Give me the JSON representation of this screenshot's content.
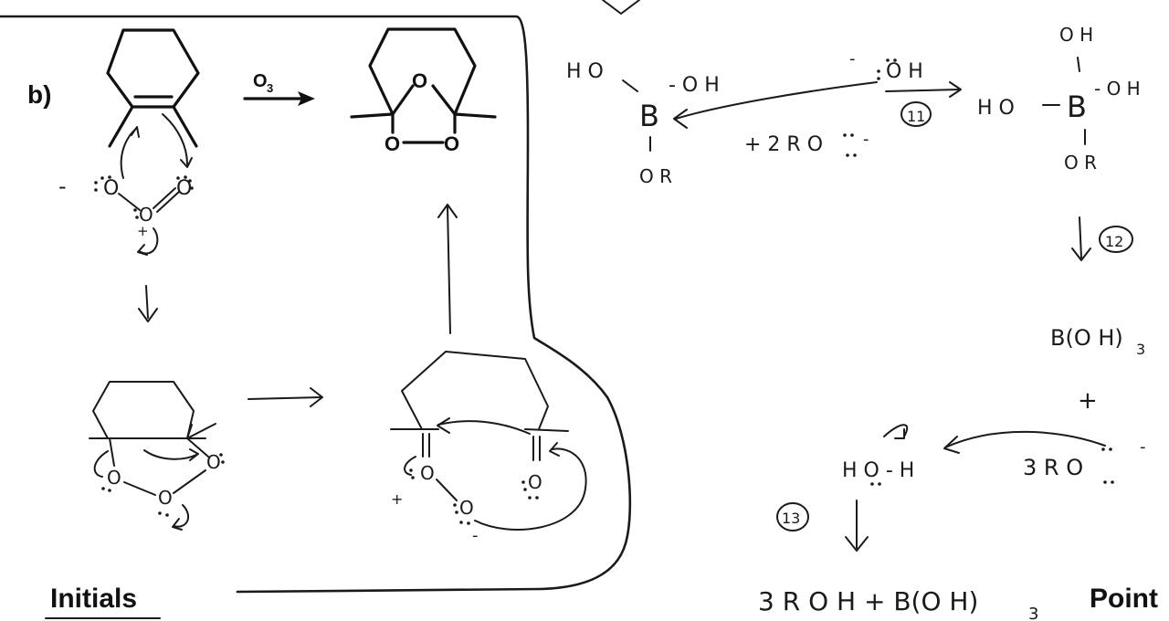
{
  "part_label": "b)",
  "reagent": {
    "main": "O",
    "sub": "3"
  },
  "ozonide": {
    "o_top": "O",
    "o_left": "O",
    "o_right": "O"
  },
  "left_mech": {
    "ozone_o1": "O",
    "ozone_o2": "O",
    "ozone_o3": "O",
    "minus": "-",
    "plus": "+"
  },
  "lower_mech": {
    "o1": "O",
    "o2": "O",
    "o3": "O"
  },
  "carbonyl_mech": {
    "o_left": "O",
    "o_mid": "O",
    "o_right": "O",
    "plus": "+",
    "minus": "-"
  },
  "boron": {
    "ho_left": "H O",
    "b_left": "B",
    "oh_left": "- O H",
    "or_left": "O R",
    "plus_2ro": "+  2 R O",
    "ro_minus": "-",
    "oh_minus_top": "-",
    "oh_reagent": "O H",
    "step11": "11",
    "oh_top": "O H",
    "ho_right": "H O",
    "b_right": "B",
    "oh_right": "- O H",
    "or_right": "O R",
    "step12": "12",
    "boh3": "B(O H)",
    "boh3_sub": "3",
    "plus_mid": "+",
    "hoh": "H O - H",
    "three_ro": "3  R O",
    "ro3_minus": "-",
    "step13": "13",
    "final": "3 R O H  +  B(O H)",
    "final_sub": "3"
  },
  "footer": {
    "initials": "Initials",
    "points": "Point"
  }
}
